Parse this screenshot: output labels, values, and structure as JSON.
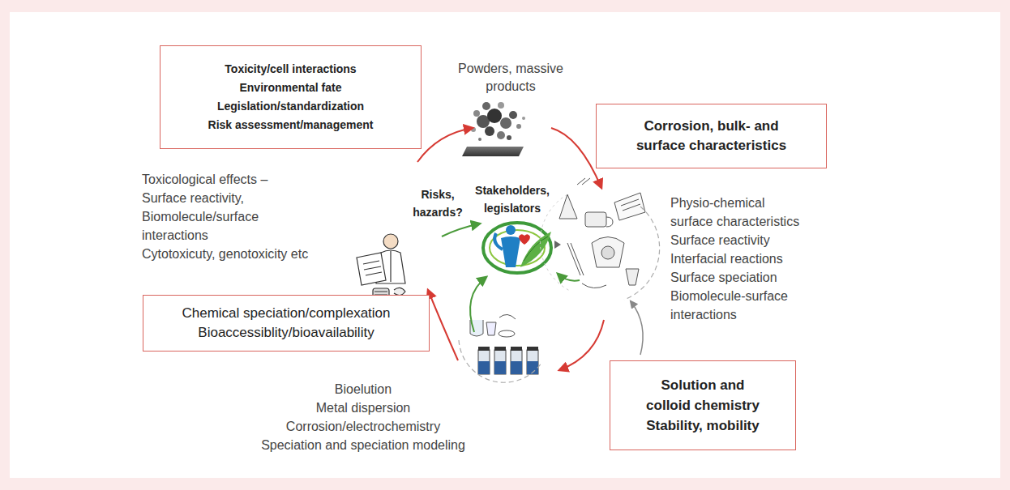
{
  "diagram": {
    "nodes": [
      {
        "text": [
          "Toxicity/cell interactions",
          "Environmental fate",
          "Legislation/standardization",
          "Risk assessment/management"
        ]
      },
      {
        "text": [
          "Corrosion, bulk- and surface characteristics"
        ]
      },
      {
        "text": [
          "Chemical speciation/complexation",
          "Bioaccessiblity/bioavailability"
        ]
      },
      {
        "text": [
          "Solution and colloid chemistry",
          "Stability, mobility"
        ]
      }
    ],
    "labels": [
      "Powders, massive products",
      "Stakeholders, legislators",
      "Risks, hazards?",
      "Toxicological effects –",
      "Surface reactivity,",
      "Biomolecule/surface interactions",
      "Cytotoxicuty, genotoxicity etc",
      "Physio-chemical surface characteristics",
      "Surface reactivity",
      "Interfacial reactions",
      "Surface speciation",
      "Biomolecule-surface interactions",
      "Bioelution",
      "Metal dispersion",
      "Corrosion/electrochemistry",
      "Speciation and speciation modeling"
    ]
  }
}
